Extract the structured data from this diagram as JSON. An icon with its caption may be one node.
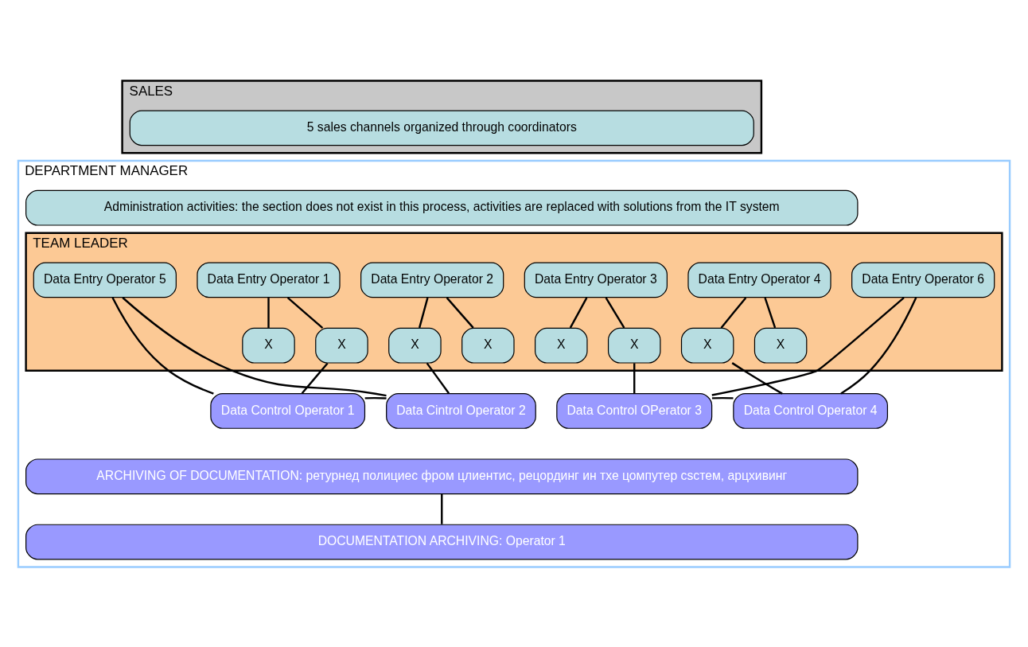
{
  "diagram": {
    "nodes": [
      {
        "text": [
          "SALES"
        ]
      },
      {
        "text": [
          "5 sales channels organized through coordinators"
        ],
        "in": 0
      },
      {
        "text": [
          "DEPARTMENT MANAGER"
        ]
      },
      {
        "text": [
          "Administration activities: the section does not exist in this process, activities are replaced with solutions from the IT system"
        ],
        "in": 2
      },
      {
        "text": [
          "TEAM LEADER"
        ],
        "in": 2
      },
      {
        "text": [
          "Data Entry Operator 1"
        ],
        "in": 4
      },
      {
        "text": [
          "X"
        ],
        "in": 4
      },
      {
        "text": [
          "X"
        ],
        "in": 4
      },
      {
        "text": [
          "Data Control Operator 1"
        ],
        "in": 2
      },
      {
        "text": [
          "Data Entry Operator 5"
        ],
        "in": 4
      },
      {
        "text": [
          "Data Entry Operator 2"
        ],
        "in": 4
      },
      {
        "text": [
          "X"
        ],
        "in": 4
      },
      {
        "text": [
          "X"
        ],
        "in": 4
      },
      {
        "text": [
          "Data Cintrol Operator 2"
        ],
        "in": 2
      },
      {
        "text": [
          "Data Entry Operator 3"
        ],
        "in": 4
      },
      {
        "text": [
          "X"
        ],
        "in": 4
      },
      {
        "text": [
          "X"
        ],
        "in": 4
      },
      {
        "text": [
          "Data Control OPerator 3"
        ],
        "in": 2
      },
      {
        "text": [
          "Data Entry Operator 6"
        ],
        "in": 4
      },
      {
        "text": [
          "Data Entry Operator 4"
        ],
        "in": 4
      },
      {
        "text": [
          "X"
        ],
        "in": 4
      },
      {
        "text": [
          "X"
        ],
        "in": 4
      },
      {
        "text": [
          "Data Control Operator 4"
        ],
        "in": 2
      },
      {
        "text": [
          "ARCHIVING OF DOCUMENTATION: ретурнед полициес фром цлиентис, рецординг ин тхе цомпутер сsстем, арцхивинг"
        ],
        "in": 2
      },
      {
        "text": [
          "DOCUMENTATION ARCHIVING: Operator 1"
        ],
        "in": 2
      }
    ],
    "edges": [
      {
        "from": 5,
        "to": 6,
        "arrow": "none"
      },
      {
        "from": 5,
        "to": 7,
        "arrow": "none"
      },
      {
        "from": 7,
        "to": 8,
        "arrow": "none"
      },
      {
        "from": 10,
        "to": 11,
        "arrow": "none"
      },
      {
        "from": 10,
        "to": 12,
        "arrow": "none"
      },
      {
        "from": 11,
        "to": 13,
        "arrow": "none"
      },
      {
        "from": 14,
        "to": 15,
        "arrow": "none"
      },
      {
        "from": 14,
        "to": 16,
        "arrow": "none"
      },
      {
        "from": 16,
        "to": 17,
        "arrow": "none"
      },
      {
        "from": 19,
        "to": 20,
        "arrow": "none"
      },
      {
        "from": 19,
        "to": 21,
        "arrow": "none"
      },
      {
        "from": 20,
        "to": 22,
        "arrow": "none"
      },
      {
        "from": 8,
        "to": 13,
        "arrow": "none"
      },
      {
        "from": 9,
        "to": 8,
        "arrow": "none"
      },
      {
        "from": 9,
        "to": 13,
        "arrow": "none"
      },
      {
        "from": 17,
        "to": 22,
        "arrow": "none"
      },
      {
        "from": 18,
        "to": 17,
        "arrow": "none"
      },
      {
        "from": 18,
        "to": 22,
        "arrow": "none"
      },
      {
        "from": 23,
        "to": 24,
        "arrow": "none"
      }
    ]
  }
}
